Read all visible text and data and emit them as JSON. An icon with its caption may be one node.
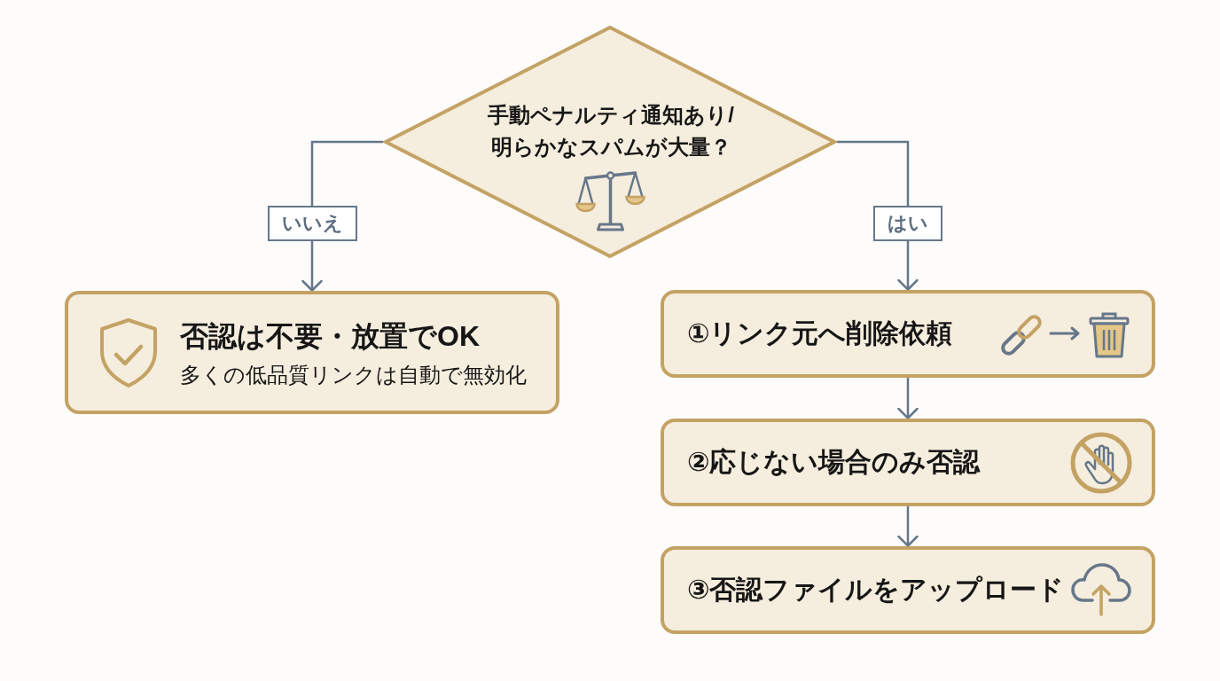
{
  "diagram": {
    "nodes": [
      {
        "text": [
          "手動ペナルティ通知あり/明らかなスパムが大量？"
        ]
      },
      {
        "text": [
          "否認は不要・放置でOK",
          "多くの低品質リンクは自動で無効化"
        ]
      },
      {
        "text": [
          "①リンク元へ削除依頼"
        ]
      },
      {
        "text": [
          "②応じない場合のみ否認"
        ]
      },
      {
        "text": [
          "③否認ファイルをアップロード"
        ]
      }
    ],
    "edges": [
      {
        "from": 0,
        "to": 1,
        "arrow": "to",
        "label": "いいえ"
      },
      {
        "from": 0,
        "to": 2,
        "arrow": "to",
        "label": "はい"
      },
      {
        "from": 2,
        "to": 3,
        "arrow": "to"
      },
      {
        "from": 3,
        "to": 4,
        "arrow": "to"
      }
    ]
  }
}
